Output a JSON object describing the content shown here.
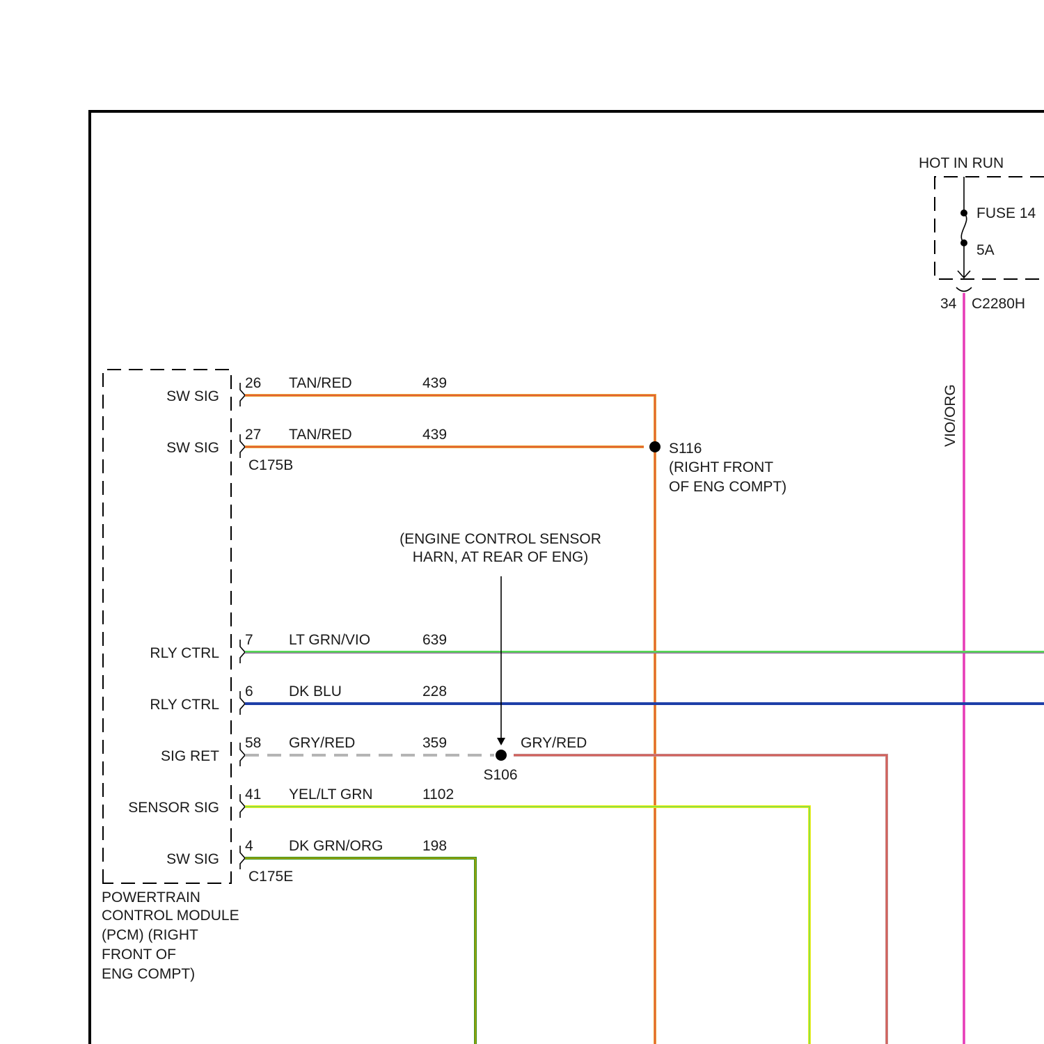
{
  "power": {
    "label": "HOT IN RUN",
    "fuse_name": "FUSE 14",
    "fuse_rating": "5A",
    "pin": "34",
    "connector": "C2280H",
    "wire_color": "VIO/ORG"
  },
  "pcm": {
    "name_lines": [
      "POWERTRAIN",
      "CONTROL MODULE",
      "(PCM) (RIGHT",
      "FRONT OF",
      "ENG COMPT)"
    ],
    "connector_b": "C175B",
    "connector_e": "C175E",
    "pins": [
      {
        "function": "SW SIG",
        "pin": "26",
        "color_name": "TAN/RED",
        "circuit": "439"
      },
      {
        "function": "SW SIG",
        "pin": "27",
        "color_name": "TAN/RED",
        "circuit": "439"
      },
      {
        "function": "RLY CTRL",
        "pin": "7",
        "color_name": "LT GRN/VIO",
        "circuit": "639"
      },
      {
        "function": "RLY CTRL",
        "pin": "6",
        "color_name": "DK BLU",
        "circuit": "228"
      },
      {
        "function": "SIG RET",
        "pin": "58",
        "color_name": "GRY/RED",
        "circuit": "359"
      },
      {
        "function": "SENSOR SIG",
        "pin": "41",
        "color_name": "YEL/LT GRN",
        "circuit": "1102"
      },
      {
        "function": "SW SIG",
        "pin": "4",
        "color_name": "DK GRN/ORG",
        "circuit": "198"
      }
    ]
  },
  "splices": {
    "s116": {
      "id": "S116",
      "location_lines": [
        "(RIGHT FRONT",
        "OF ENG COMPT)"
      ]
    },
    "s106": {
      "id": "S106",
      "wire_color": "GRY/RED"
    }
  },
  "harness_note": [
    "(ENGINE CONTROL SENSOR",
    "HARN, AT REAR OF ENG)"
  ],
  "wire_colors": {
    "tan": "#e8a33a",
    "red": "#e23b2e",
    "lt_grn": "#55d655",
    "vio": "#b04fc0",
    "dk_blu": "#1f3fa8",
    "gry": "#b5b5b5",
    "yel": "#f3ef1f",
    "dk_grn": "#3a9a1e",
    "org": "#f5a000",
    "pink": "#e63ab6",
    "rose": "#c58a8a"
  }
}
